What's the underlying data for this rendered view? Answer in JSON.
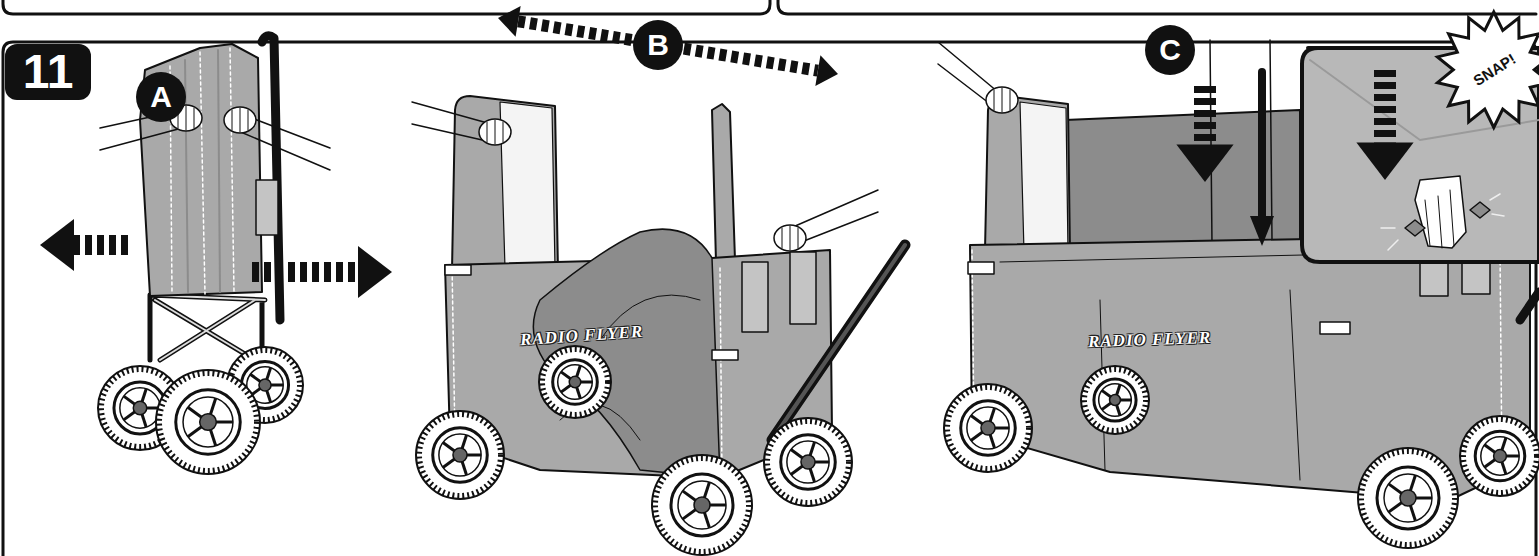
{
  "diagram": {
    "nodes": [
      {
        "text": [
          "11"
        ]
      },
      {
        "text": [
          "A"
        ]
      },
      {
        "text": [
          "B"
        ]
      },
      {
        "text": [
          "C"
        ]
      },
      {
        "text": [
          "SNAP!"
        ]
      }
    ],
    "labels": [
      "RADIO FLYER",
      "RADIO FLYER"
    ]
  }
}
